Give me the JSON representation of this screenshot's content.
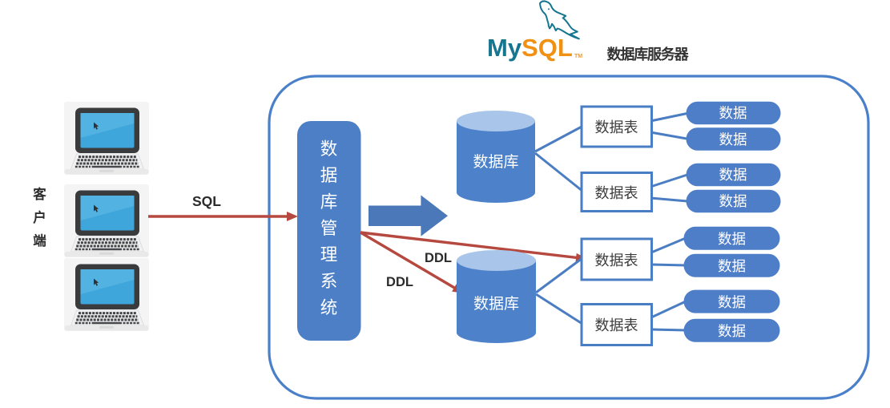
{
  "labels": {
    "client": "客户端",
    "sql_arrow": "SQL",
    "ddl_upper": "DDL",
    "ddl_lower": "DDL",
    "dbms": "数据库管理系统",
    "database": "数据库",
    "table": "数据表",
    "data": "数据",
    "server": "数据库服务器"
  },
  "logo": {
    "my": "My",
    "sql": "SQL",
    "tm": "TM"
  },
  "colors": {
    "shape_blue": "#4d7fc6",
    "cylinder_top_blue": "#a9c6ea",
    "connector_blue": "#4a7dc2",
    "block_arrow_blue": "#4a78b8",
    "outline_blue": "#4a80c9",
    "arrow_red": "#b5483f",
    "logo_teal": "#16758f",
    "logo_orange": "#f09114",
    "text_dark": "#3c3c3c",
    "laptop_screen_blue": "#41a7da"
  },
  "counts": {
    "clients": 3,
    "databases": 2,
    "tables": 4,
    "data_items": 8
  }
}
